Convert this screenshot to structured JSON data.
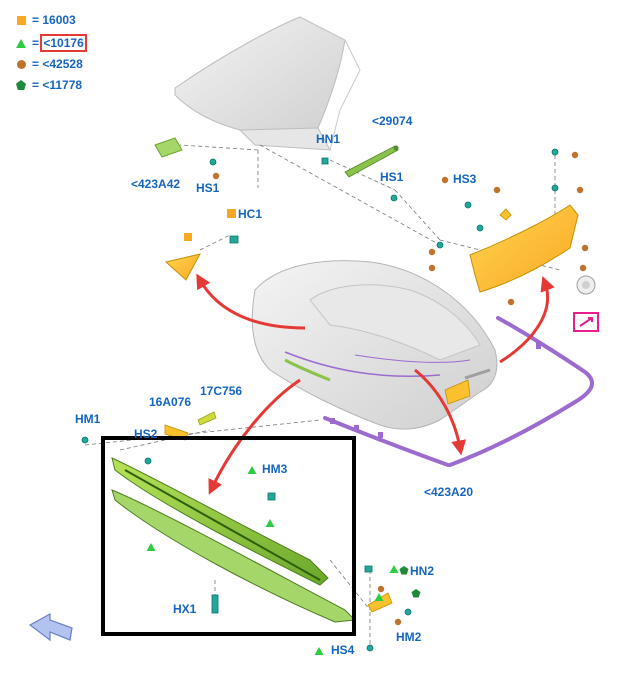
{
  "legend": [
    {
      "symbol": "square",
      "color": "#f9a825",
      "eq": "=",
      "value": "16003"
    },
    {
      "symbol": "triangle",
      "color": "#2ecc40",
      "eq": "=",
      "value": "<10176"
    },
    {
      "symbol": "circle",
      "color": "#c0722a",
      "eq": "=",
      "value": "<42528"
    },
    {
      "symbol": "pentagon",
      "color": "#1e8a3a",
      "eq": "=",
      "value": "<11778"
    }
  ],
  "labels": {
    "l29074": "<29074",
    "hn1": "HN1",
    "hs1a": "HS1",
    "hs1b": "HS1",
    "l423a42": "<423A42",
    "hs3": "HS3",
    "hc1": "HC1",
    "hm1": "HM1",
    "l16a076": "16A076",
    "l17c756": "17C756",
    "hs2": "HS2",
    "hm3": "HM3",
    "hx1": "HX1",
    "hn2": "HN2",
    "hm2": "HM2",
    "hs4": "HS4",
    "l423a20": "<423A20"
  },
  "colors": {
    "label_text": "#1565c0",
    "callout_arrow": "#e53935",
    "highlight_box": "#000000",
    "green_part": "#8bc34a",
    "yellow_part": "#fbc02d",
    "purple_part": "#9c6bd0",
    "magenta_icon": "#e91e8c"
  },
  "icons": [
    "camera-icon",
    "back-arrow-icon"
  ]
}
